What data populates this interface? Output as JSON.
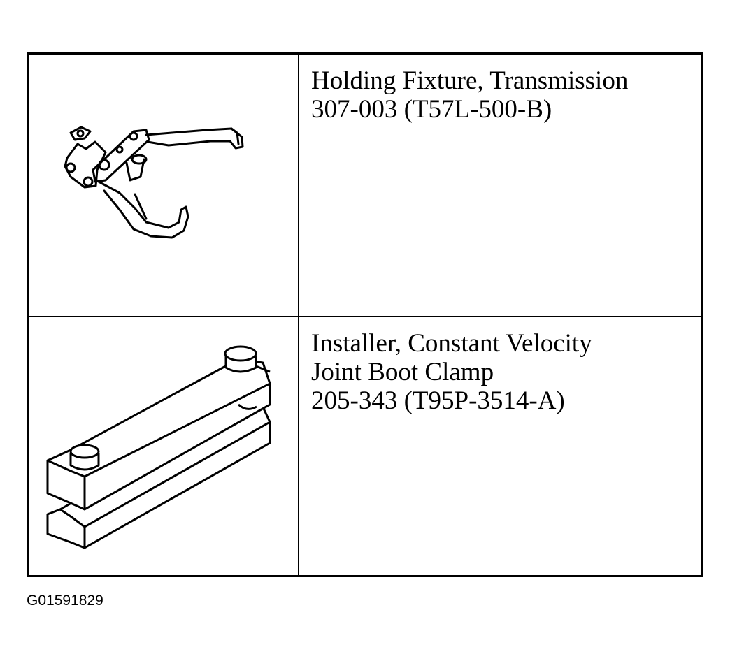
{
  "tools": [
    {
      "name": "Holding Fixture, Transmission",
      "part_number": "307-003 (T57L-500-B)",
      "illustration": "holding-fixture-icon"
    },
    {
      "name_line1": "Installer, Constant Velocity",
      "name_line2": "Joint Boot Clamp",
      "part_number": "205-343 (T95P-3514-A)",
      "illustration": "boot-clamp-installer-icon"
    }
  ],
  "figure_id": "G01591829"
}
